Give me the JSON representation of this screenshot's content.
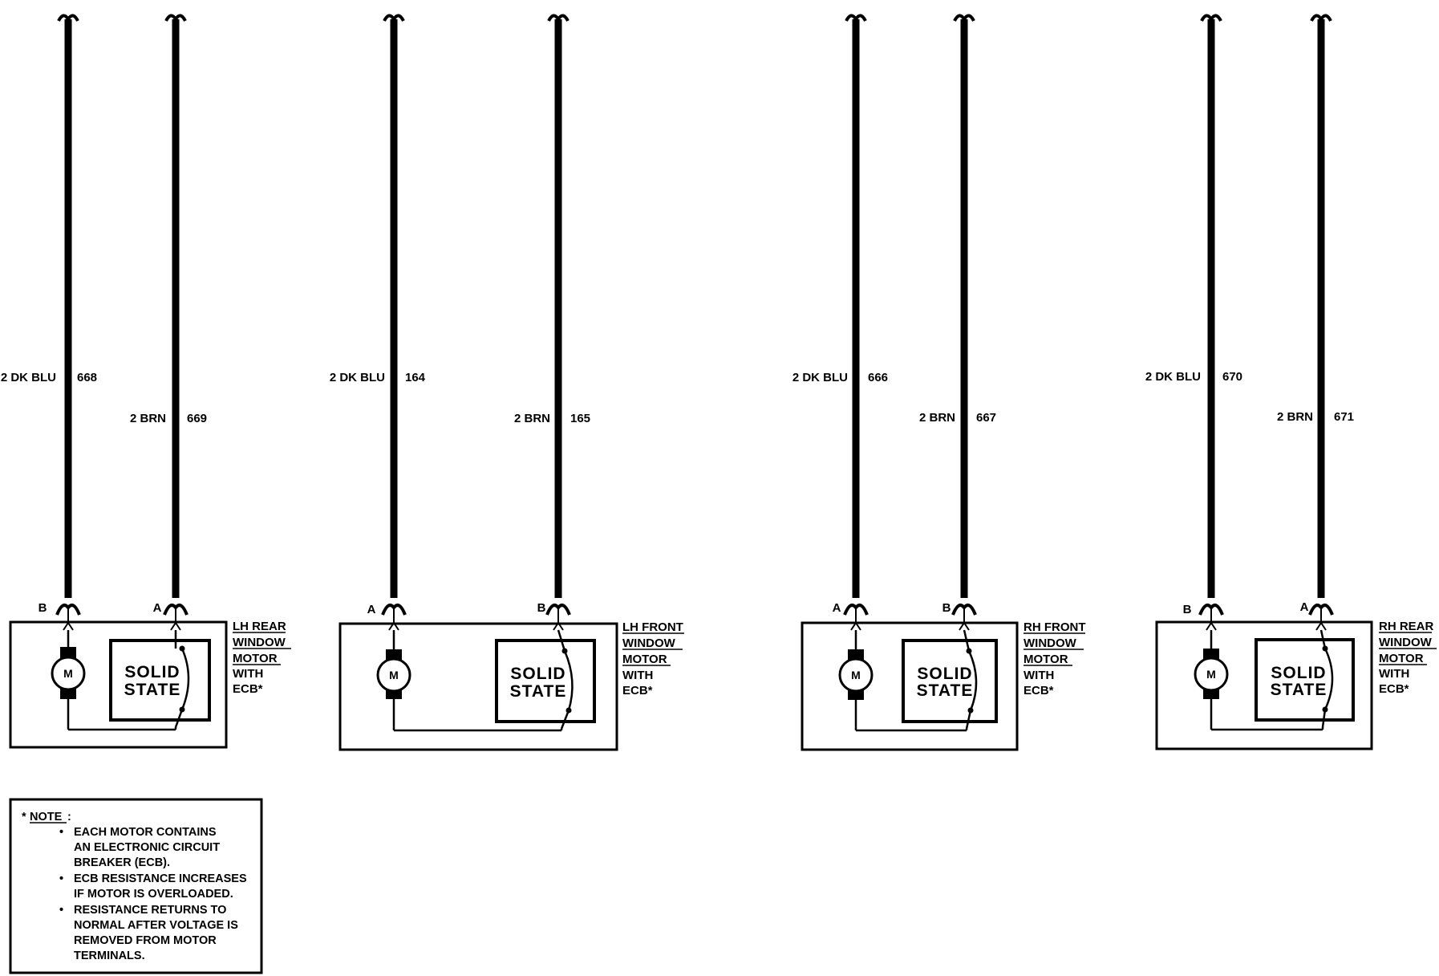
{
  "components": [
    {
      "id": "lh-rear",
      "title": [
        "LH REAR",
        "WINDOW",
        "MOTOR"
      ],
      "suffix": [
        "WITH",
        "ECB*"
      ],
      "solid_state": [
        "SOLID",
        "STATE"
      ],
      "motor_label": "M",
      "wires": [
        {
          "gauge_color": "2 DK BLU",
          "circuit": "668",
          "terminal": "B"
        },
        {
          "gauge_color": "2 BRN",
          "circuit": "669",
          "terminal": "A"
        }
      ]
    },
    {
      "id": "lh-front",
      "title": [
        "LH FRONT",
        "WINDOW",
        "MOTOR"
      ],
      "suffix": [
        "WITH",
        "ECB*"
      ],
      "solid_state": [
        "SOLID",
        "STATE"
      ],
      "motor_label": "M",
      "wires": [
        {
          "gauge_color": "2 DK BLU",
          "circuit": "164",
          "terminal": "A"
        },
        {
          "gauge_color": "2 BRN",
          "circuit": "165",
          "terminal": "B"
        }
      ]
    },
    {
      "id": "rh-front",
      "title": [
        "RH FRONT",
        "WINDOW",
        "MOTOR"
      ],
      "suffix": [
        "WITH",
        "ECB*"
      ],
      "solid_state": [
        "SOLID",
        "STATE"
      ],
      "motor_label": "M",
      "wires": [
        {
          "gauge_color": "2 DK BLU",
          "circuit": "666",
          "terminal": "A"
        },
        {
          "gauge_color": "2 BRN",
          "circuit": "667",
          "terminal": "B"
        }
      ]
    },
    {
      "id": "rh-rear",
      "title": [
        "RH REAR",
        "WINDOW",
        "MOTOR"
      ],
      "suffix": [
        "WITH",
        "ECB*"
      ],
      "solid_state": [
        "SOLID",
        "STATE"
      ],
      "motor_label": "M",
      "wires": [
        {
          "gauge_color": "2 DK BLU",
          "circuit": "670",
          "terminal": "B"
        },
        {
          "gauge_color": "2 BRN",
          "circuit": "671",
          "terminal": "A"
        }
      ]
    }
  ],
  "note": {
    "prefix": "*",
    "heading": "NOTE",
    "colon": ":",
    "bullets": [
      [
        "EACH MOTOR CONTAINS",
        "AN ELECTRONIC CIRCUIT",
        "BREAKER (ECB)."
      ],
      [
        "ECB RESISTANCE INCREASES",
        "IF MOTOR IS OVERLOADED."
      ],
      [
        "RESISTANCE RETURNS TO",
        "NORMAL AFTER VOLTAGE IS",
        "REMOVED FROM MOTOR",
        "TERMINALS."
      ]
    ]
  }
}
